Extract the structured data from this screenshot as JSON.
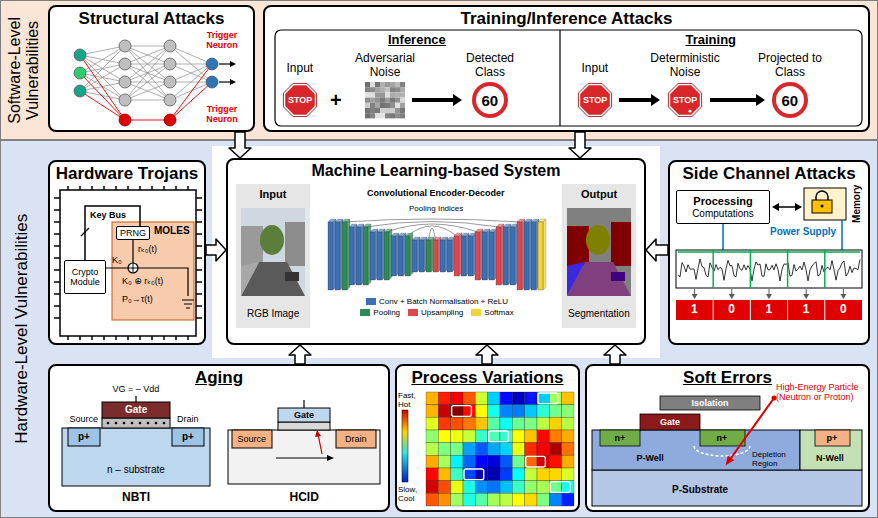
{
  "diagram": {
    "nodes": [
      {
        "text": [
          "Software-Level Vulnerabilities"
        ]
      },
      {
        "text": [
          "Structural Attacks"
        ],
        "in": 0
      },
      {
        "text": [
          "Training/Inference Attacks"
        ],
        "in": 0
      },
      {
        "text": [
          "Hardware-Level Vulnerabilities"
        ]
      },
      {
        "text": [
          "Hardware Trojans"
        ],
        "in": 3
      },
      {
        "text": [
          "PRNG"
        ],
        "in": 4
      },
      {
        "text": [
          "Crypto Module"
        ],
        "in": 4
      },
      {
        "text": [
          "Machine Learning-based System"
        ],
        "in": 3
      },
      {
        "text": [
          "Side Channel Attacks"
        ],
        "in": 3
      },
      {
        "text": [
          "Processing",
          "Computations"
        ],
        "in": 8
      },
      {
        "text": [
          "Aging"
        ],
        "in": 3
      },
      {
        "text": [
          "Process Variations"
        ],
        "in": 3
      },
      {
        "text": [
          "Soft Errors"
        ],
        "in": 3
      }
    ],
    "edges": [
      {
        "from": 1,
        "to": 7,
        "arrow": "to"
      },
      {
        "from": 2,
        "to": 7,
        "arrow": "to"
      },
      {
        "from": 4,
        "to": 7,
        "arrow": "to"
      },
      {
        "from": 8,
        "to": 7,
        "arrow": "to"
      },
      {
        "from": 10,
        "to": 7,
        "arrow": "to"
      },
      {
        "from": 11,
        "to": 7,
        "arrow": "to"
      },
      {
        "from": 12,
        "to": 7,
        "arrow": "to"
      }
    ],
    "labels": [
      "Trigger Neuron",
      "Trigger Neuron",
      "Inference",
      "Input",
      "STOP",
      "+",
      "Adversarial Noise",
      "Detected Class",
      "60",
      "Training",
      "Input",
      "STOP",
      "Deterministic Noise",
      "STOP",
      "Projected to Class",
      "60",
      "Key Bus",
      "MOLES",
      "K₀",
      "rₖ₀(t)",
      "K₀ ⊕ rₖ₀(t)",
      "P₀→τ(t)",
      "Input",
      "RGB Image",
      "Convolutional Encoder-Decoder",
      "Pooling Indices",
      "Output",
      "Segmentation",
      "Memory",
      "Power Supply",
      "1",
      "0",
      "1",
      "1",
      "0",
      "VG = – Vdd",
      "Source",
      "Gate",
      "Drain",
      "p+",
      "p+",
      "n – substrate",
      "NBTI",
      "Gate",
      "Source",
      "Drain",
      "HCID",
      "Fast, Hot",
      "Slow, Cool",
      "High-Energy Particle (Neutron or Proton)",
      "Isolation",
      "Gate",
      "n+",
      "n+",
      "p+",
      "P-Well",
      "N-Well",
      "P-Substrate",
      "Depletion Region"
    ],
    "legend": [
      {
        "text": "Conv + Batch Normalisation + ReLU",
        "color": "#3b6fb6"
      },
      {
        "text": "Pooling",
        "color": "#2e8b57"
      },
      {
        "text": "Upsampling",
        "color": "#e0474c"
      },
      {
        "text": "Softmax",
        "color": "#f2d33a"
      }
    ]
  }
}
